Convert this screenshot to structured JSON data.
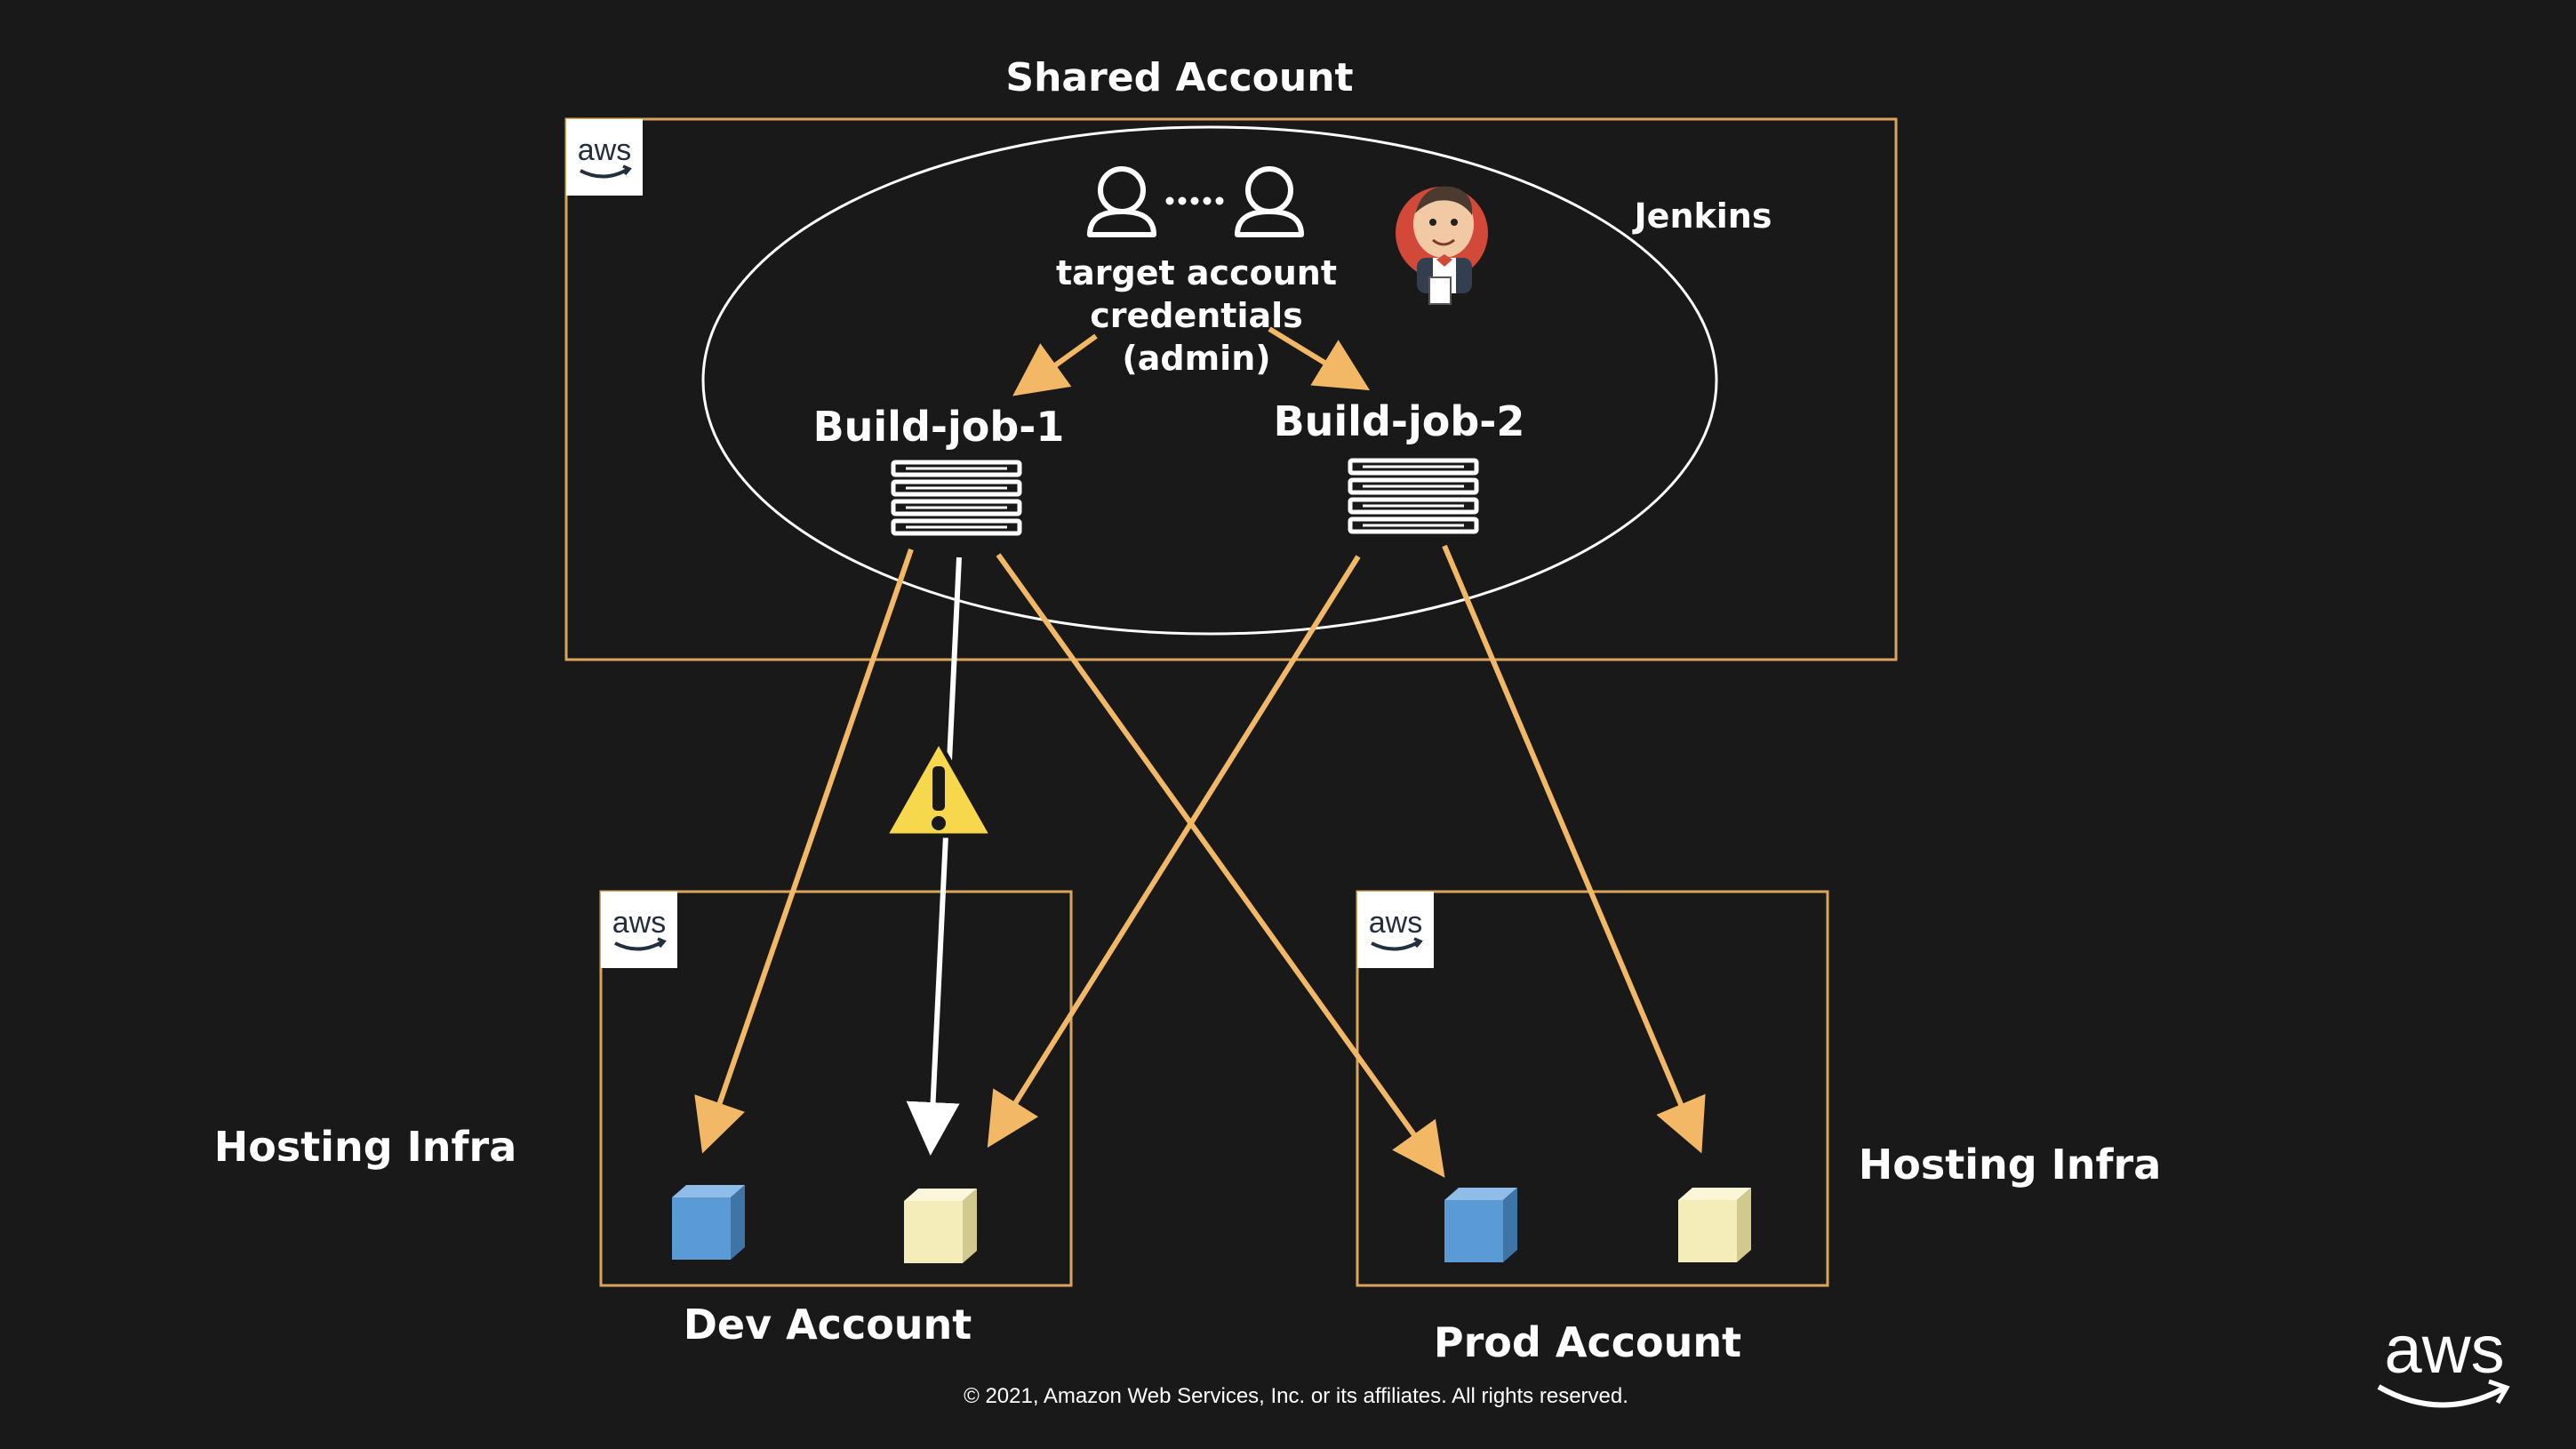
{
  "slide": {
    "shared_account_title": "Shared Account",
    "jenkins_label": "Jenkins",
    "credentials_label": [
      "target account",
      "credentials",
      "(admin)"
    ],
    "build_job_1": "Build-job-1",
    "build_job_2": "Build-job-2",
    "hosting_infra_left": "Hosting Infra",
    "hosting_infra_right": "Hosting Infra",
    "dev_account": "Dev Account",
    "prod_account": "Prod Account",
    "aws_badge": "aws",
    "aws_logo": "aws",
    "copyright": "© 2021, Amazon Web Services, Inc. or its affiliates. All rights reserved."
  },
  "colors": {
    "background": "#191919",
    "account_border": "#d9a55b",
    "arrow_orange": "#f2b866",
    "arrow_white": "#ffffff",
    "cube_blue": "#5b9bd5",
    "cube_yellow": "#f5edb9",
    "warning_yellow": "#f7d84c"
  },
  "icons": [
    "aws-badge-icon",
    "user-icon",
    "jenkins-icon",
    "server-icon",
    "cube-icon",
    "warning-icon",
    "aws-logo-icon"
  ]
}
